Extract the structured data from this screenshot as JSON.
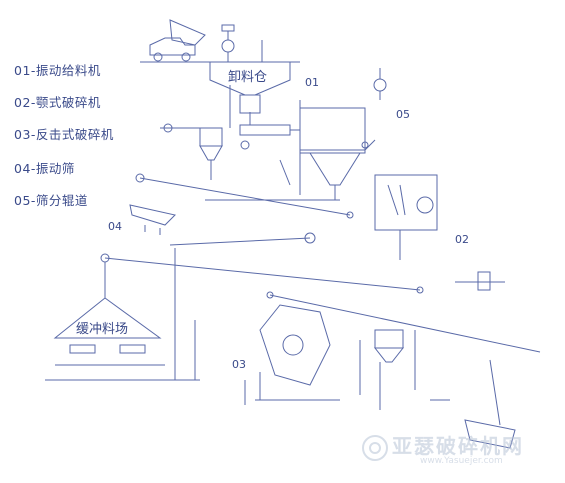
{
  "legend": [
    {
      "text": "01-振动给料机"
    },
    {
      "text": "02-颚式破碎机"
    },
    {
      "text": "03-反击式破碎机"
    },
    {
      "text": "04-振动筛"
    },
    {
      "text": "05-筛分辊道"
    }
  ],
  "labels": {
    "unload_bin": "卸料仓",
    "buffer_yard": "缓冲料场",
    "n01": "01",
    "n02": "02",
    "n03": "03",
    "n04": "04",
    "n05": "05"
  },
  "watermark": {
    "cn": "亚瑟破碎机网",
    "en": "www.Yasuejer.com"
  },
  "colors": {
    "line": "#5a6aa8",
    "text": "#3a4a8a",
    "watermark": "#b8c4d6"
  }
}
